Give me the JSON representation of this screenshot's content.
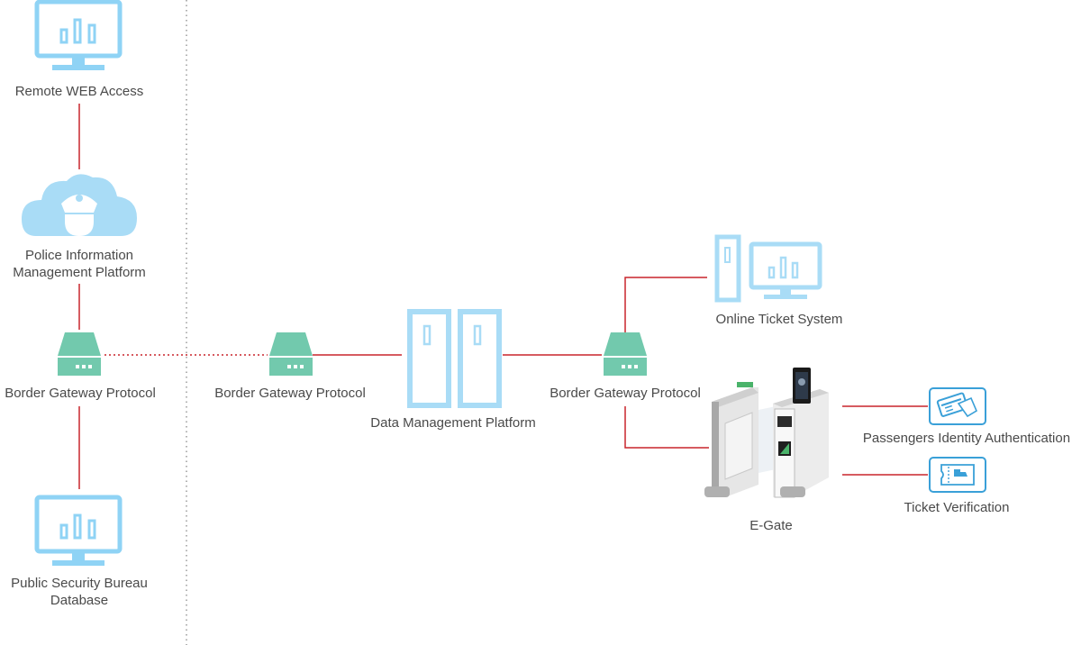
{
  "colors": {
    "line": "#c9252c",
    "icon_blue": "#8fd3f5",
    "gateway_green": "#72c9ad",
    "label_text": "#4a4a4a",
    "divider": "#9a9a9a"
  },
  "nodes": {
    "remote_web": {
      "label": "Remote WEB Access",
      "icon": "monitor-chart-icon"
    },
    "police_platform": {
      "label_line1": "Police Information",
      "label_line2": "Management Platform",
      "icon": "police-cloud-icon"
    },
    "bgp_left": {
      "label": "Border Gateway Protocol",
      "icon": "gateway-icon"
    },
    "public_security": {
      "label_line1": "Public Security Bureau",
      "label_line2": "Database",
      "icon": "monitor-chart-icon"
    },
    "bgp_middle": {
      "label": "Border Gateway Protocol",
      "icon": "gateway-icon"
    },
    "data_platform": {
      "label": "Data Management Platform",
      "icon": "server-rack-icon"
    },
    "bgp_right": {
      "label": "Border Gateway Protocol",
      "icon": "gateway-icon"
    },
    "online_ticket": {
      "label": "Online Ticket System",
      "icon": "computer-tower-icon"
    },
    "egate": {
      "label": "E-Gate",
      "icon": "turnstile-gate-icon"
    },
    "identity_auth": {
      "label": "Passengers Identity Authentication",
      "icon": "id-card-icon"
    },
    "ticket_verify": {
      "label": "Ticket Verification",
      "icon": "ticket-icon"
    }
  }
}
